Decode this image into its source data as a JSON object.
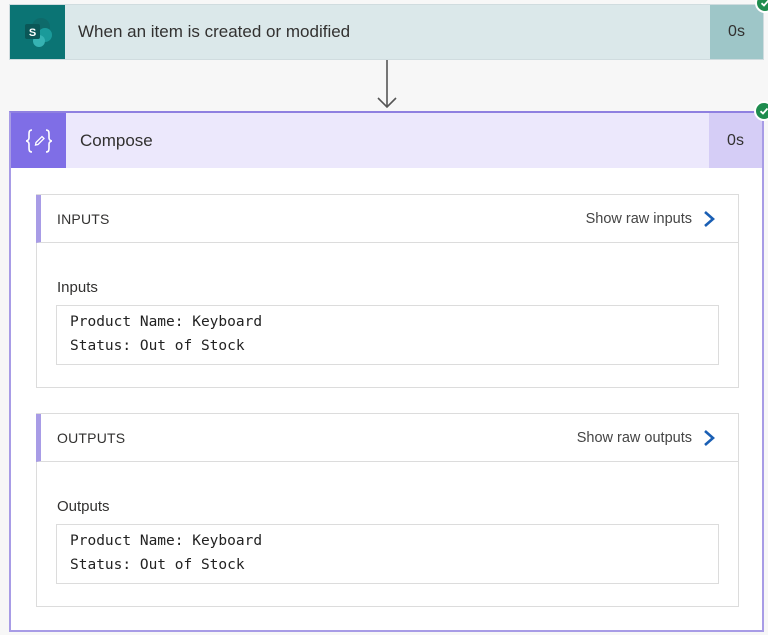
{
  "trigger": {
    "title": "When an item is created or modified",
    "duration": "0s",
    "icon": "sharepoint-icon",
    "icon_letter": "S",
    "status": "succeeded",
    "colors": {
      "icon_bg": "#0b7474",
      "header_bg": "#dbe8ea",
      "duration_bg": "#9ec6c8"
    }
  },
  "connector": {
    "icon": "arrow-down-icon"
  },
  "compose": {
    "title": "Compose",
    "duration": "0s",
    "icon": "compose-braces-icon",
    "icon_text": "{✎}",
    "status": "succeeded",
    "colors": {
      "icon_bg": "#7f6ee6",
      "header_bg": "#ece8fc",
      "duration_bg": "#d5cdf6",
      "accent": "#a89ce6"
    },
    "inputs_section": {
      "title": "INPUTS",
      "raw_link": "Show raw inputs",
      "field_label": "Inputs",
      "lines": [
        "Product Name: Keyboard",
        "Status: Out of Stock"
      ]
    },
    "outputs_section": {
      "title": "OUTPUTS",
      "raw_link": "Show raw outputs",
      "field_label": "Outputs",
      "lines": [
        "Product Name: Keyboard",
        "Status: Out of Stock"
      ]
    }
  },
  "status_colors": {
    "success": "#1e8c4e",
    "link_chevron": "#1a5fb4"
  }
}
